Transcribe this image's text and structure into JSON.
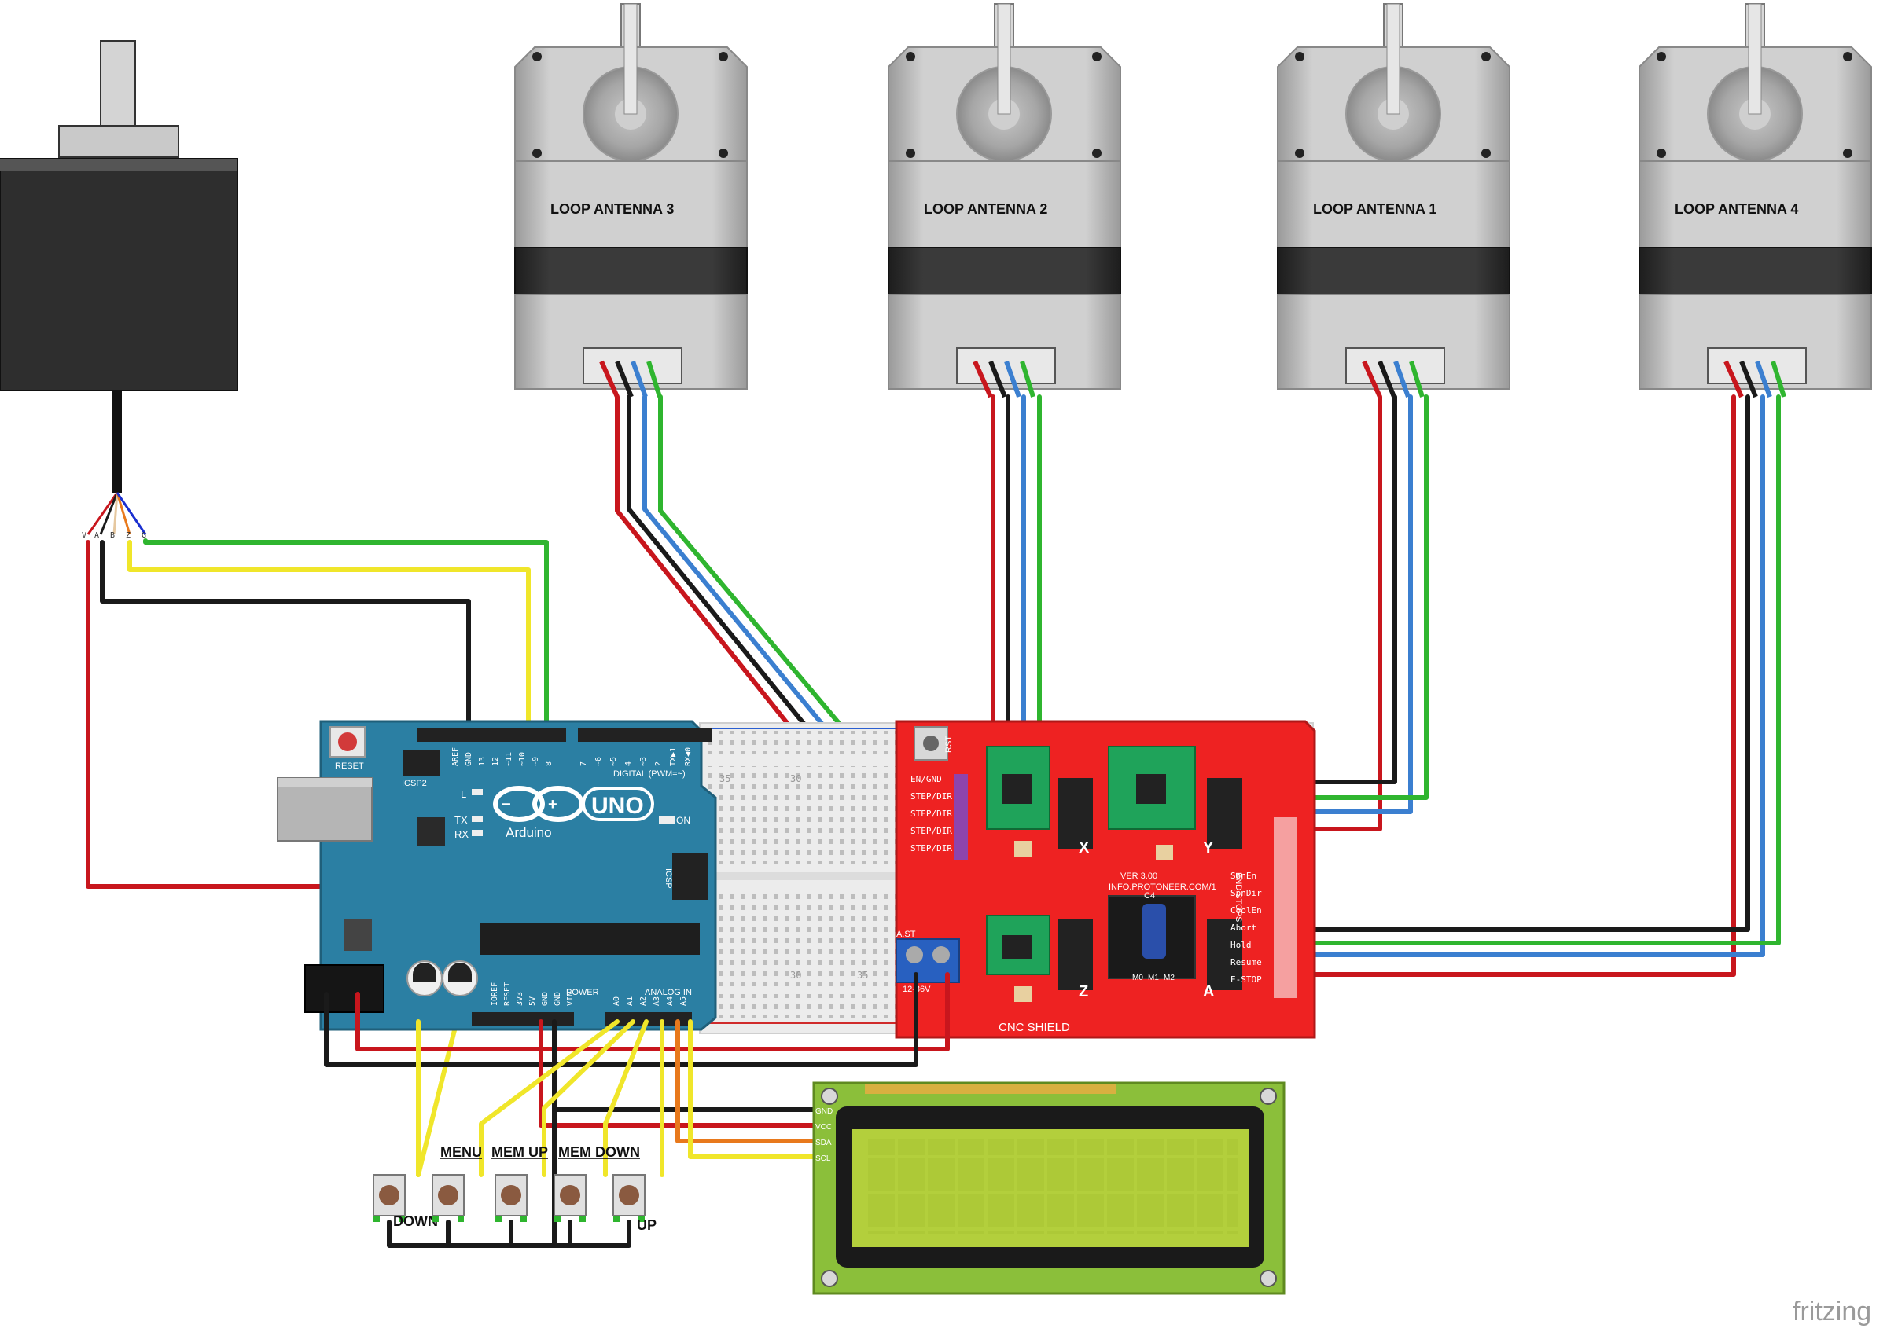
{
  "motors": [
    {
      "label": "LOOP ANTENNA 3"
    },
    {
      "label": "LOOP ANTENNA 2"
    },
    {
      "label": "LOOP ANTENNA 1"
    },
    {
      "label": "LOOP ANTENNA 4"
    }
  ],
  "encoder": {
    "pins": [
      "V",
      "A",
      "B",
      "Z",
      "G"
    ]
  },
  "arduino": {
    "reset_label": "RESET",
    "icsp2_label": "ICSP2",
    "icsp_label": "ICSP",
    "brand": "Arduino",
    "model": "UNO",
    "on_label": "ON",
    "l_label": "L",
    "tx_label": "TX",
    "rx_label": "RX",
    "digital_label": "DIGITAL (PWM=~)",
    "power_label": "POWER",
    "analog_label": "ANALOG IN",
    "top_pins": [
      "AREF",
      "GND",
      "13",
      "12",
      "~11",
      "~10",
      "~9",
      "8"
    ],
    "top_pins_right": [
      "7",
      "~6",
      "~5",
      "4",
      "~3",
      "2",
      "TX▶1",
      "RX◀0"
    ],
    "bottom_power_pins": [
      "IOREF",
      "RESET",
      "3V3",
      "5V",
      "GND",
      "GND",
      "VIN"
    ],
    "bottom_analog_pins": [
      "A0",
      "A1",
      "A2",
      "A3",
      "A4",
      "A5"
    ]
  },
  "cnc_shield": {
    "title": "CNC SHIELD",
    "version": "VER 3.00",
    "url": "INFO.PROTONEER.COM/1",
    "rst_label": "RST",
    "axis_labels": [
      "X",
      "Y",
      "Z",
      "A"
    ],
    "left_labels": [
      "EN/GND",
      "STEP/DIR",
      "STEP/DIR",
      "STEP/DIR",
      "STEP/DIR"
    ],
    "right_labels": [
      "SpnEn",
      "SpnDir",
      "CoolEn",
      "Abort",
      "Hold",
      "Resume",
      "E-STOP"
    ],
    "end_stop_label": "END STOPS",
    "cap_label": "C4",
    "jumper_labels": [
      "M0",
      "M1",
      "M2"
    ],
    "power_label": "12-36V",
    "a_st_label": "A.ST"
  },
  "breadboard": {
    "col_labels": [
      "35",
      "30",
      "35",
      "30"
    ]
  },
  "buttons": [
    {
      "label": "DOWN"
    },
    {
      "label": "MENU"
    },
    {
      "label": "MEM UP"
    },
    {
      "label": "MEM DOWN"
    },
    {
      "label": "UP"
    }
  ],
  "lcd": {
    "pins": [
      "GND",
      "VCC",
      "SDA",
      "SCL"
    ]
  },
  "watermark": "fritzing",
  "colors": {
    "wire_red": "#c8161d",
    "wire_black": "#1a1a1a",
    "wire_blue": "#3b7fd0",
    "wire_green": "#2fb52f",
    "wire_yellow": "#f0e62a",
    "wire_orange": "#e8791c",
    "arduino_blue": "#2b7fa3",
    "cnc_red": "#ee2222",
    "lcd_green": "#b3cf3c",
    "pcb_green": "#8bbf3a"
  }
}
